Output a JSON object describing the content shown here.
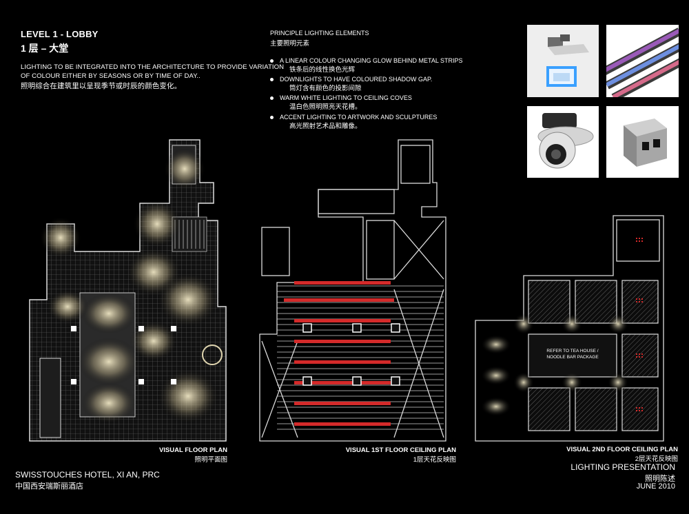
{
  "header": {
    "title": "LEVEL 1 - LOBBY",
    "title_cn": "1 层 – 大堂",
    "intro_line1": "LIGHTING TO BE INTEGRATED INTO THE ARCHITECTURE TO PROVIDE VARIATION",
    "intro_line2": "OF COLOUR EITHER BY SEASONS  OR BY TIME OF DAY..",
    "intro_cn": "照明综合在建筑里以呈现季节或时辰的颜色变化。"
  },
  "elements": {
    "title": "PRINCIPLE LIGHTING ELEMENTS",
    "title_cn": "主要照明元素",
    "items": [
      {
        "en": "A LINEAR COLOUR CHANGING GLOW BEHIND METAL STRIPS",
        "cn": "铁条后的线性换色光辉"
      },
      {
        "en": "DOWNLIGHTS TO HAVE COLOURED SHADOW GAP.",
        "cn": "筒灯含有颜色的投影间隙"
      },
      {
        "en": "WARM WHITE LIGHTING TO CEILING COVES",
        "cn": "温白色照明照亮天花槽。"
      },
      {
        "en": "ACCENT LIGHTING TO ARTWORK AND SCULPTURES",
        "cn": "高光照射艺术品和雕像。"
      }
    ]
  },
  "fixtures": [
    {
      "icon": "recessed-downlight-icon"
    },
    {
      "icon": "rgb-linear-led-strip-icon"
    },
    {
      "icon": "adjustable-accent-spotlight-icon"
    },
    {
      "icon": "square-surface-downlight-icon"
    }
  ],
  "plans": [
    {
      "caption": "VISUAL FLOOR PLAN",
      "caption_cn": "照明平面图"
    },
    {
      "caption": "VISUAL 1ST FLOOR CEILING PLAN",
      "caption_cn": "1层天花反映图"
    },
    {
      "caption": "VISUAL 2ND FLOOR CEILING PLAN",
      "caption_cn": "2层天花反映图",
      "note_line1": "REFER TO TEA HOUSE /",
      "note_line2": "NOODLE BAR PACKAGE"
    }
  ],
  "footer": {
    "hotel": "SWISSTOUCHES HOTEL, XI AN, PRC",
    "hotel_cn": "中国西安瑞斯丽酒店",
    "presentation": "LIGHTING PRESENTATION",
    "presentation_cn": "照明陈述",
    "date": "JUNE 2010"
  },
  "colors": {
    "background": "#000000",
    "accent_red": "#d42a2a",
    "glow": "#e8dcb4",
    "line": "#d9d9d9"
  }
}
